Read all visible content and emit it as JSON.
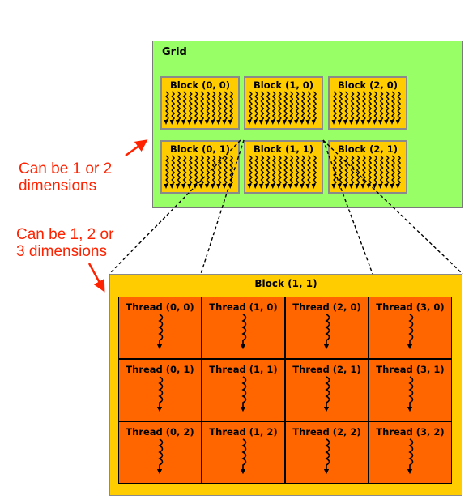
{
  "grid": {
    "title": "Grid",
    "blocks": [
      {
        "label": "Block (0, 0)"
      },
      {
        "label": "Block (1, 0)"
      },
      {
        "label": "Block (2, 0)"
      },
      {
        "label": "Block (0, 1)"
      },
      {
        "label": "Block (1, 1)"
      },
      {
        "label": "Block (2, 1)"
      }
    ]
  },
  "expanded_block": {
    "title": "Block (1, 1)",
    "threads": [
      {
        "label": "Thread (0, 0)"
      },
      {
        "label": "Thread (1, 0)"
      },
      {
        "label": "Thread (2, 0)"
      },
      {
        "label": "Thread (3, 0)"
      },
      {
        "label": "Thread (0, 1)"
      },
      {
        "label": "Thread (1, 1)"
      },
      {
        "label": "Thread (2, 1)"
      },
      {
        "label": "Thread (3, 1)"
      },
      {
        "label": "Thread (0, 2)"
      },
      {
        "label": "Thread (1, 2)"
      },
      {
        "label": "Thread (2, 2)"
      },
      {
        "label": "Thread (3, 2)"
      }
    ]
  },
  "annotations": {
    "grid_dims": "Can be 1 or 2\ndimensions",
    "block_dims": "Can be 1, 2 or\n3 dimensions"
  },
  "colors": {
    "grid_background": "#99ff66",
    "block_background": "#ffcc00",
    "thread_background": "#ff6600",
    "annotation_text": "#ff2200"
  }
}
